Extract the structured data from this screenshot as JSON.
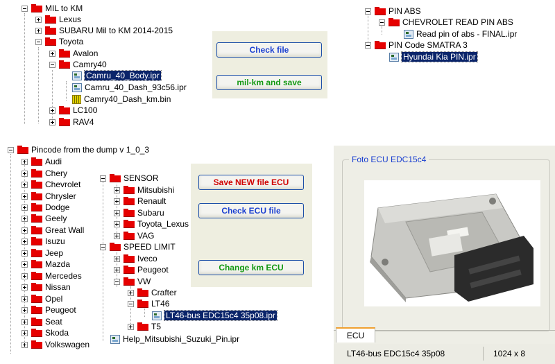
{
  "colors": {
    "folder": "#e60000",
    "selection": "#0a246a",
    "panel": "#eeeee0",
    "btn_blue": "#1a3fd0",
    "btn_green": "#129812",
    "btn_red": "#d00000"
  },
  "tree_top": {
    "root": "MIL to KM",
    "lexus": "Lexus",
    "subaru": "SUBARU Mil to KM 2014-2015",
    "toyota": "Toyota",
    "avalon": "Avalon",
    "camry40": "Camry40",
    "file_body": "Camru_40_Body.ipr",
    "file_dash": "Camru_40_Dash_93c56.ipr",
    "file_bin": "Camry40_Dash_km.bin",
    "lc100": "LC100",
    "rav4": "RAV4"
  },
  "buttons_top": {
    "check_file": "Check file",
    "milkm_save": "mil-km and save"
  },
  "tree_right": {
    "pin_abs": "PIN ABS",
    "chevrolet_read": "CHEVROLET READ PIN ABS",
    "read_pin_file": "Read pin of abs - FINAL.ipr",
    "smatra": "PIN Code SMATRA 3",
    "hyundai_file": "Hyundai Kia PIN.ipr"
  },
  "tree_bottom": {
    "root": "Pincode from the dump v 1_0_3",
    "brands": [
      "Audi",
      "Chery",
      "Chevrolet",
      "Chrysler",
      "Dodge",
      "Geely",
      "Great Wall",
      "Isuzu",
      "Jeep",
      "Mazda",
      "Mercedes",
      "Nissan",
      "Opel",
      "Peugeot",
      "Seat",
      "Skoda",
      "Volkswagen"
    ],
    "sensor": "SENSOR",
    "sensor_items": [
      "Mitsubishi",
      "Renault",
      "Subaru",
      "Toyota_Lexus",
      "VAG"
    ],
    "speed_limit": "SPEED LIMIT",
    "speed_items": [
      "Iveco",
      "Peugeot"
    ],
    "vw": "VW",
    "crafter": "Crafter",
    "lt46": "LT46",
    "lt46_file": "LT46-bus EDC15c4 35p08.ipr",
    "t5": "T5",
    "help_file": "Help_Mitsubishi_Suzuki_Pin.ipr"
  },
  "buttons_bottom": {
    "save_new": "Save NEW file ECU",
    "check_ecu": "Check ECU file",
    "change_km": "Change km ECU"
  },
  "photo_panel": {
    "title": "Foto ECU EDC15c4",
    "tab": "ECU",
    "status_name": "LT46-bus EDC15c4 35p08",
    "status_size": "1024 x 8"
  }
}
